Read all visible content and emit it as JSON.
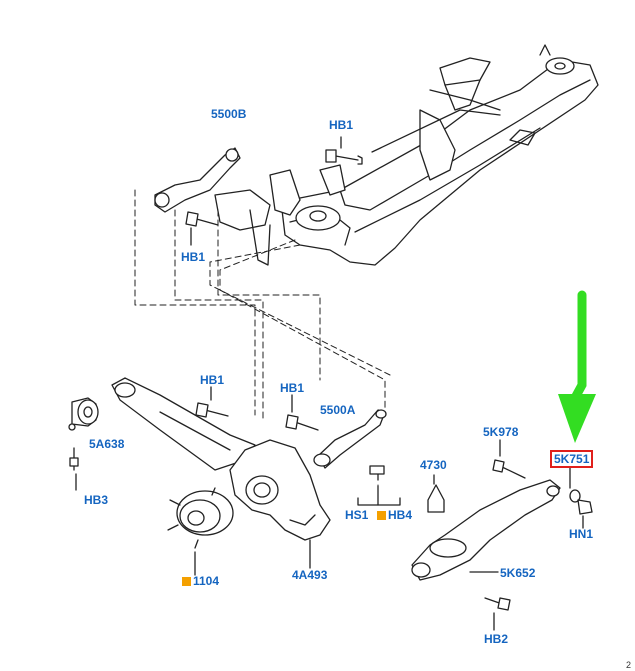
{
  "labels": {
    "l5500b": "5500B",
    "hb1_top": "HB1",
    "hb1_left": "HB1",
    "hb1_mid": "HB1",
    "hb1_mid2": "HB1",
    "l5500a": "5500A",
    "l5a638": "5A638",
    "hb3": "HB3",
    "l1104": "1104",
    "l4a493": "4A493",
    "hs1": "HS1",
    "hb4": "HB4",
    "l4730": "4730",
    "l5k978": "5K978",
    "l5k751": "5K751",
    "hn1": "HN1",
    "l5k652": "5K652",
    "hb2": "HB2",
    "ref": "2"
  },
  "colors": {
    "label": "#1565c0",
    "highlight_box": "#e0201c",
    "arrow": "#33dd22",
    "marker": "#f4a000",
    "line": "#222222"
  },
  "highlighted": "5K751",
  "icons": [
    "green-down-arrow",
    "orange-square-marker"
  ]
}
